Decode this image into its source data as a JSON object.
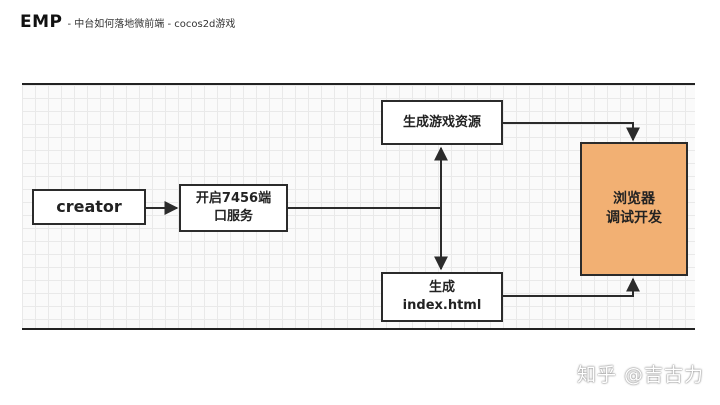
{
  "header": {
    "brand": "EMP",
    "subtitle": "- 中台如何落地微前端 - cocos2d游戏"
  },
  "diagram": {
    "creator": "creator",
    "port_line1": "开启7456端",
    "port_line2": "口服务",
    "resources": "生成游戏资源",
    "index_line1": "生成",
    "index_line2": "index.html",
    "browser_line1": "浏览器",
    "browser_line2": "调试开发"
  },
  "colors": {
    "browser_fill": "#f2b073",
    "line": "#2b2b2b"
  },
  "watermark": "知乎 @吉古力"
}
